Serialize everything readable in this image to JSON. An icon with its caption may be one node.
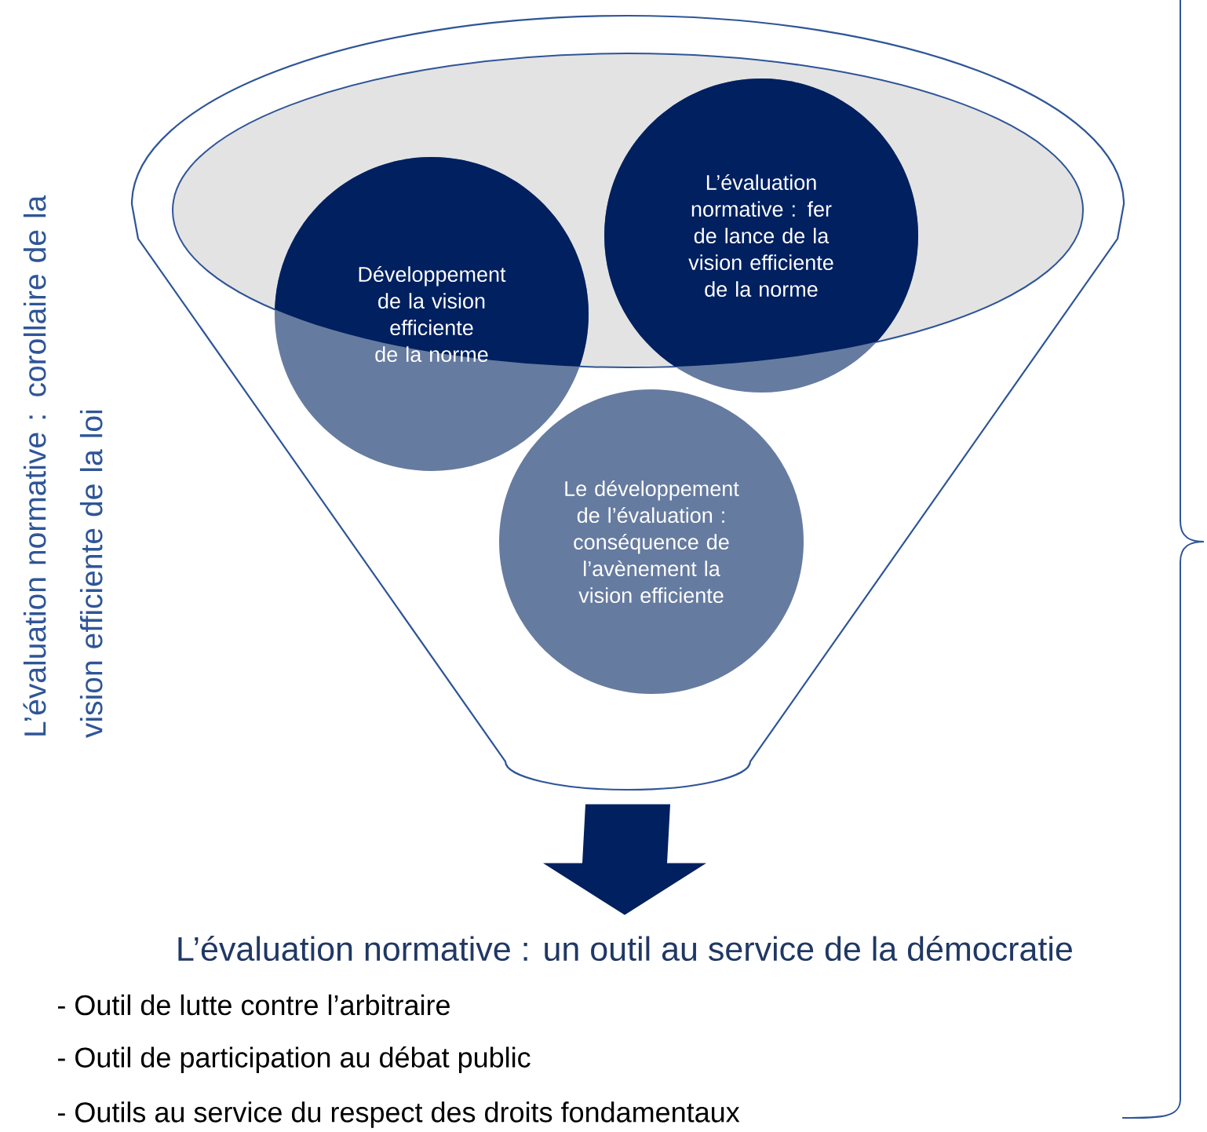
{
  "diagram": {
    "nodes": [
      {
        "text": [],
        "shape": "funnel"
      },
      {
        "text": [
          "Développement de la vision efficiente de la norme"
        ],
        "in": 0
      },
      {
        "text": [
          "L’évaluation normative : fer de lance de la vision efficiente de la norme"
        ],
        "in": 0
      },
      {
        "text": [
          "Le développement de l’évaluation : conséquence de l’avènement la vision efficiente"
        ],
        "in": 0
      },
      {
        "text": [
          "L’évaluation normative : un outil au service de la démocratie"
        ]
      }
    ],
    "edges": [
      {
        "from": 0,
        "to": 4,
        "arrow": "to"
      }
    ],
    "labels": [
      "L’évaluation normative : corollaire de la vision efficiente de la loi",
      "- Outil de lutte contre l’arbitraire",
      "- Outil de participation au débat public",
      "- Outils au service du respect des droits fondamentaux"
    ]
  }
}
